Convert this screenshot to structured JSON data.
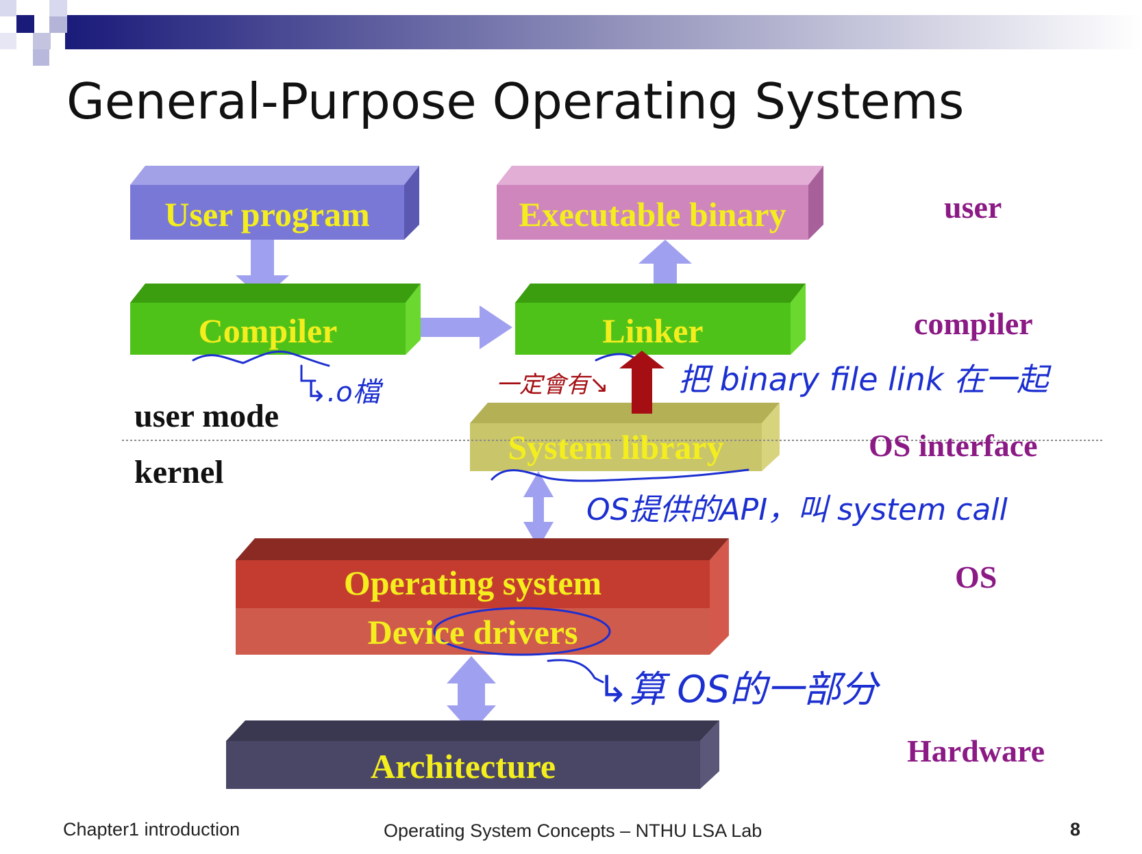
{
  "slide": {
    "title": "General-Purpose Operating Systems",
    "boxes": {
      "user_program": "User program",
      "executable_binary": "Executable binary",
      "compiler": "Compiler",
      "linker": "Linker",
      "system_library": "System library",
      "operating_system": "Operating system",
      "device_drivers": "Device drivers",
      "architecture": "Architecture"
    },
    "layers": {
      "user": "user",
      "compiler": "compiler",
      "os_interface": "OS interface",
      "os": "OS",
      "hardware": "Hardware"
    },
    "modes": {
      "user_mode": "user mode",
      "kernel": "kernel"
    },
    "annotations": {
      "compiler_note": "↳.o檔",
      "linker_note": "把 binary file link 在一起",
      "always_have": "一定會有↘",
      "system_call_note": "OS提供的API，叫 system call",
      "drivers_note": "↳算 OS的一部分"
    },
    "footer": {
      "left": "Chapter1 introduction",
      "center": "Operating System Concepts – NTHU LSA Lab",
      "page_number": "8"
    },
    "colors": {
      "user_program": "#7a78d6",
      "executable_binary": "#cf86bd",
      "compiler_linker": "#4fc21a",
      "system_library": "#c9c56a",
      "operating_system": "#c43c30",
      "device_drivers": "#cf5b4d",
      "architecture": "#4a4766",
      "arrows": "#9fa0ef",
      "box_text": "#f4ee1e",
      "side_text": "#8b1a85",
      "ink_blue": "#1c2fd0",
      "ink_red": "#a50f14"
    }
  }
}
